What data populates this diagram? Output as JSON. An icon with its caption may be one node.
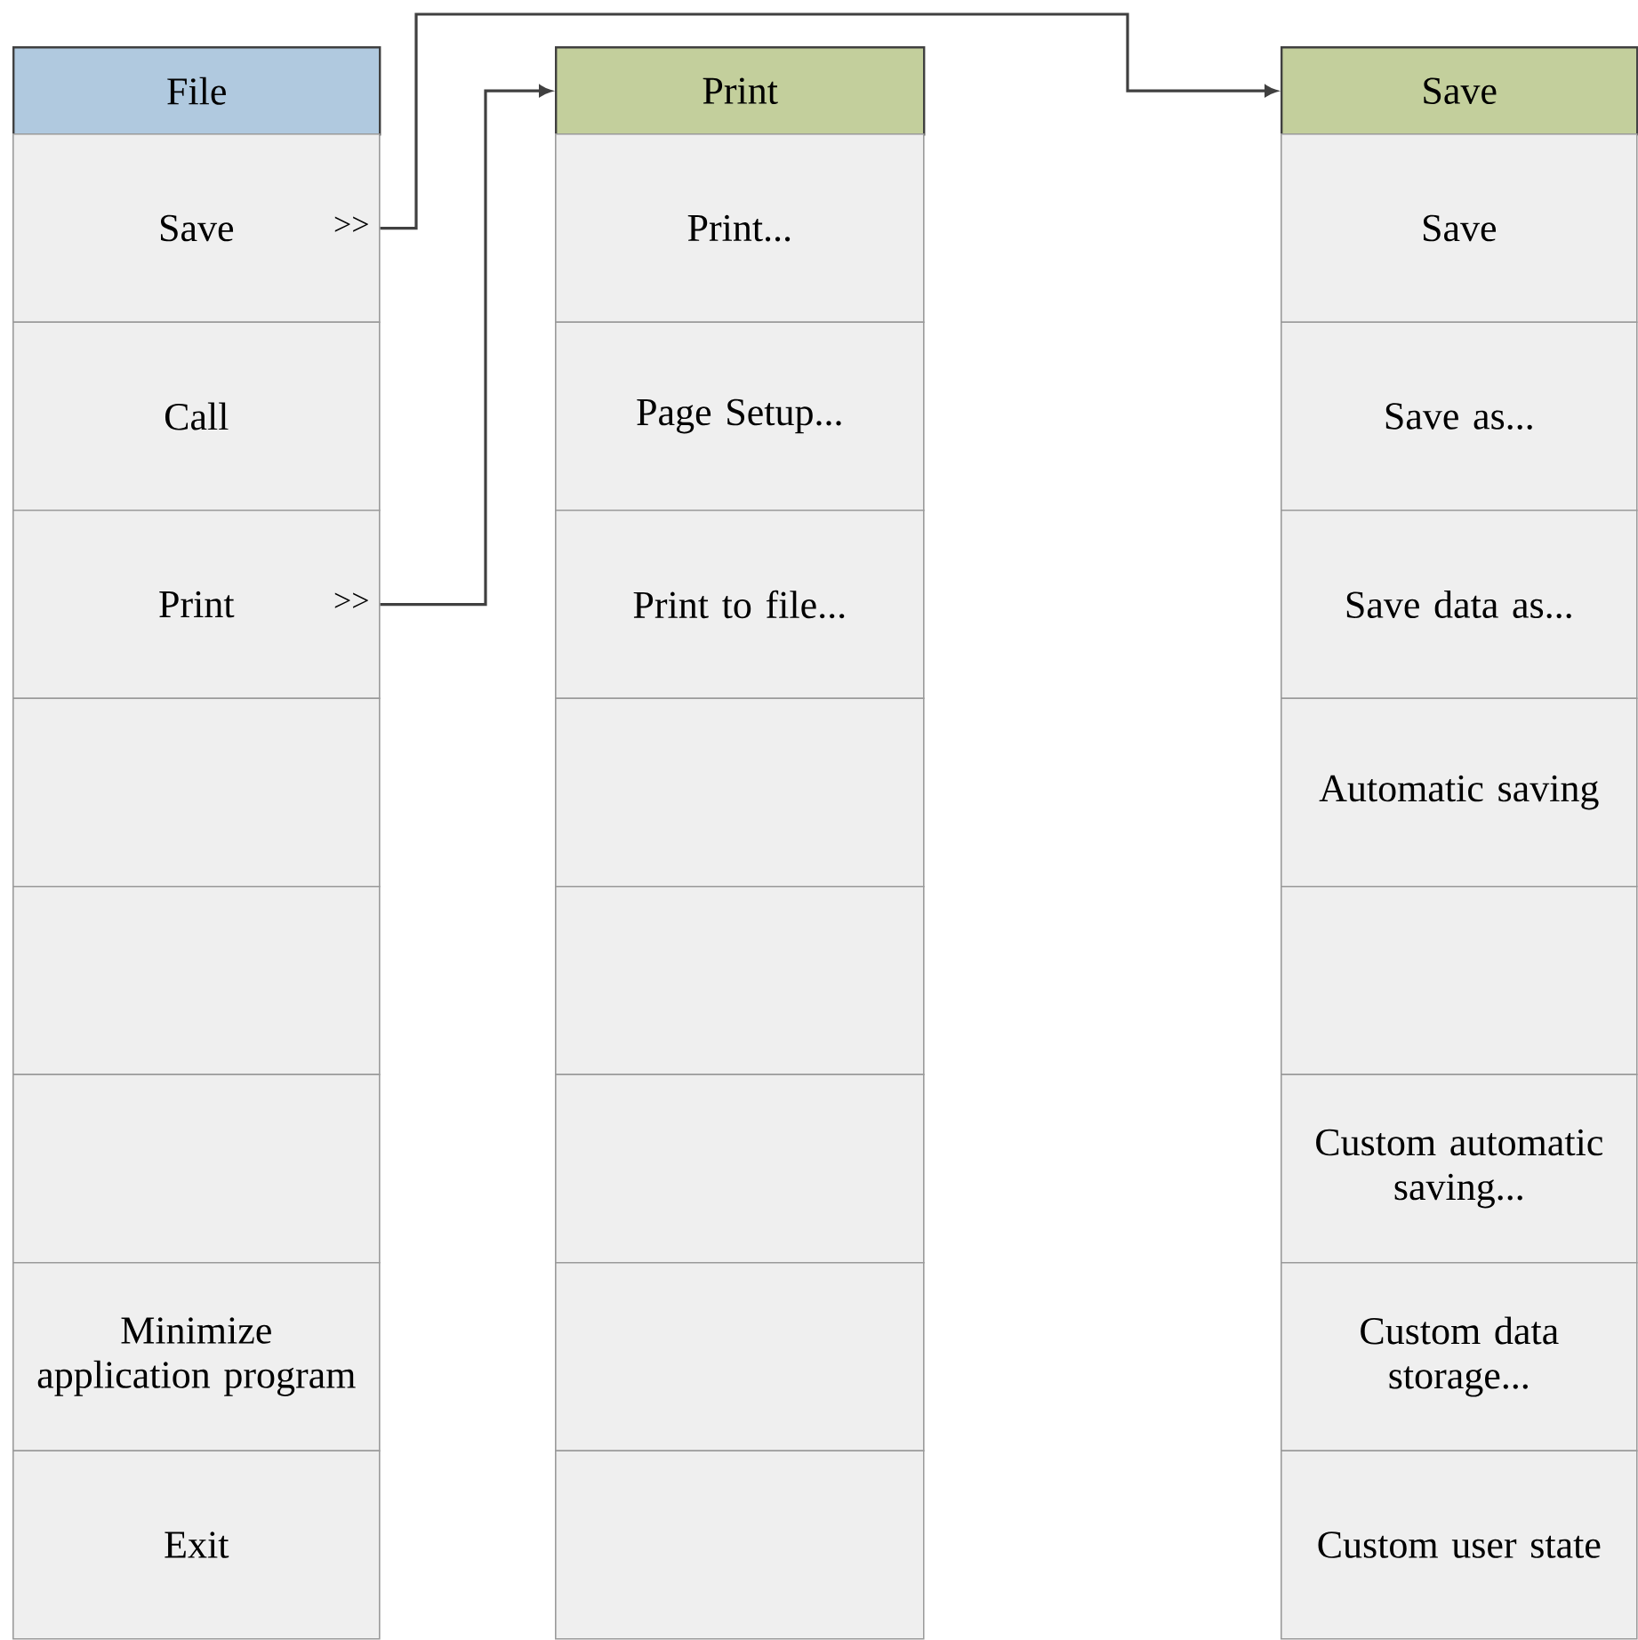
{
  "diagram": {
    "nodes": [
      {
        "text": [
          "File"
        ]
      },
      {
        "text": [
          "Save",
          ">>"
        ]
      },
      {
        "text": [
          "Call"
        ]
      },
      {
        "text": [
          "Print",
          ">>"
        ]
      },
      {
        "text": [],
        "shape": "box"
      },
      {
        "text": [],
        "shape": "box"
      },
      {
        "text": [],
        "shape": "box"
      },
      {
        "text": [
          "Minimize application program"
        ]
      },
      {
        "text": [
          "Exit"
        ]
      },
      {
        "text": [
          "Print"
        ]
      },
      {
        "text": [
          "Print..."
        ]
      },
      {
        "text": [
          "Page Setup..."
        ]
      },
      {
        "text": [
          "Print to file..."
        ]
      },
      {
        "text": [],
        "shape": "box"
      },
      {
        "text": [],
        "shape": "box"
      },
      {
        "text": [],
        "shape": "box"
      },
      {
        "text": [],
        "shape": "box"
      },
      {
        "text": [],
        "shape": "box"
      },
      {
        "text": [
          "Save"
        ]
      },
      {
        "text": [
          "Save"
        ]
      },
      {
        "text": [
          "Save as..."
        ]
      },
      {
        "text": [
          "Save data as..."
        ]
      },
      {
        "text": [
          "Automatic saving"
        ]
      },
      {
        "text": [],
        "shape": "box"
      },
      {
        "text": [
          "Custom automatic saving..."
        ]
      },
      {
        "text": [
          "Custom data storage..."
        ]
      },
      {
        "text": [
          "Custom user state"
        ]
      }
    ],
    "edges": [
      {
        "from": 1,
        "to": 18,
        "arrow": "to"
      },
      {
        "from": 3,
        "to": 9,
        "arrow": "to"
      }
    ]
  }
}
